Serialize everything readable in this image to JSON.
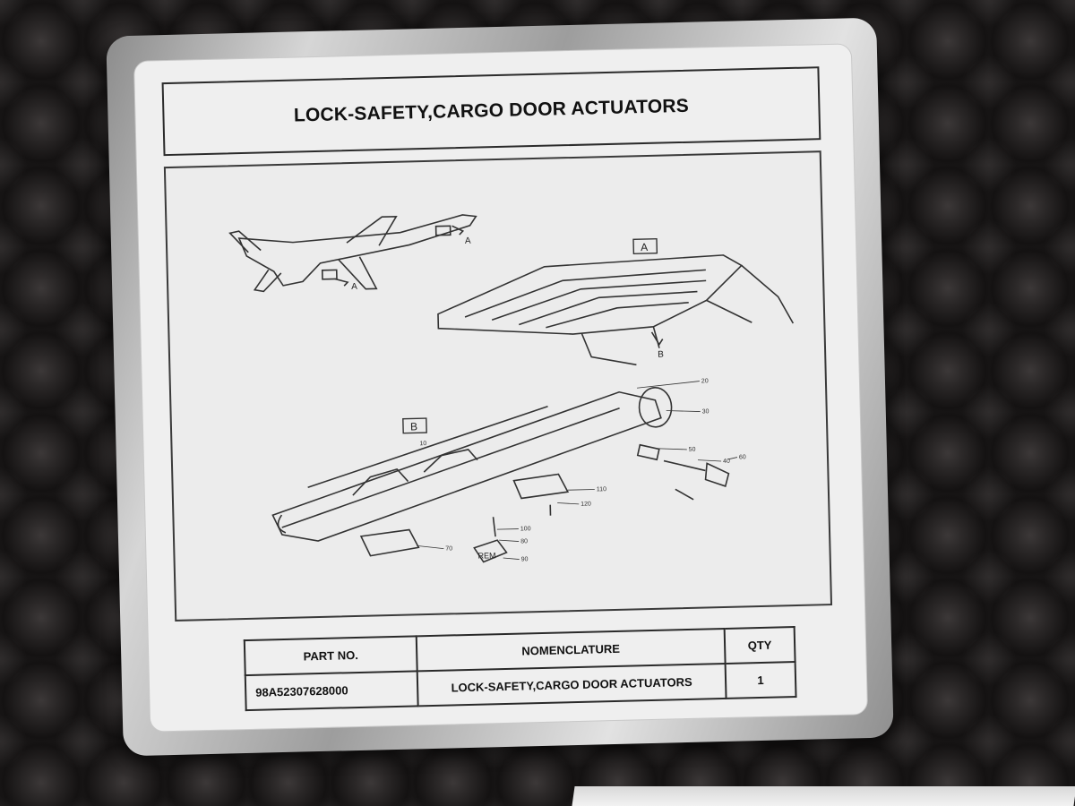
{
  "card": {
    "title": "LOCK-SAFETY,CARGO DOOR ACTUATORS"
  },
  "diagram": {
    "callouts": {
      "view_a": "A",
      "view_b": "B",
      "arrow_a1": "A",
      "arrow_a2": "A",
      "arrow_b": "B",
      "part_20": "20",
      "part_30": "30",
      "part_40": "40",
      "part_50": "50",
      "part_60": "60",
      "part_70": "70",
      "part_80": "80",
      "part_90": "90",
      "part_100": "100",
      "part_110": "110",
      "part_120": "120",
      "part_10": "10",
      "tag_text": "REM"
    }
  },
  "table": {
    "headers": [
      "PART NO.",
      "NOMENCLATURE",
      "QTY"
    ],
    "rows": [
      [
        "98A52307628000",
        "LOCK-SAFETY,CARGO DOOR ACTUATORS",
        "1"
      ]
    ]
  }
}
